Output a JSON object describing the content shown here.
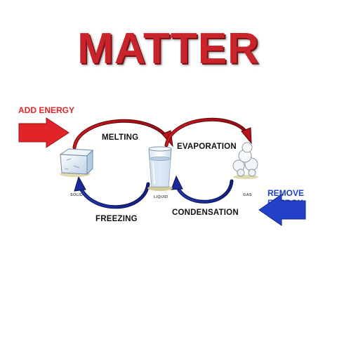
{
  "title": "MATTER",
  "add_energy": "ADD ENERGY",
  "remove_energy": "REMOVE ENERGY",
  "processes": {
    "melting": "MELTING",
    "evaporation": "EVAPORATION",
    "condensation": "CONDENSATION",
    "freezing": "FREEZING"
  },
  "states": {
    "solid": "SOLID",
    "liquid": "LIQUID",
    "gas": "GAS"
  },
  "colors": {
    "title": "#c8242a",
    "add_energy": "#e0242a",
    "remove_energy": "#1f3fbf",
    "heating_arrow": "#b8121a",
    "cooling_arrow": "#1a2a9a"
  }
}
